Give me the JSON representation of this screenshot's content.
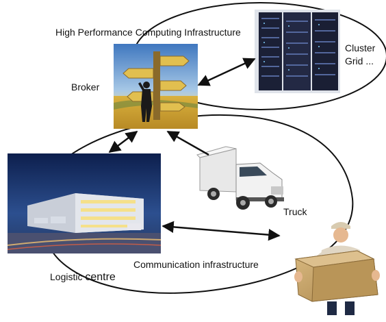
{
  "labels": {
    "hpc": "High Performance Computing Infrastructure",
    "cluster": "Cluster",
    "grid": "Grid ...",
    "broker": "Broker",
    "truck": "Truck",
    "logistic_prefix": "Logistic ",
    "logistic_suffix": "centre",
    "communication": "Communication infrastructure"
  },
  "colors": {
    "line": "#111111",
    "sky_top": "#3f77bf",
    "sky_mid": "#a7c8e6",
    "field": "#d9b13e",
    "sign": "#e1bf4f",
    "server_dark": "#1b2036",
    "night_sky": "#1c356b",
    "building": "#d5d9e0",
    "box": "#c9a56b",
    "truck_body": "#e8e8e8"
  }
}
